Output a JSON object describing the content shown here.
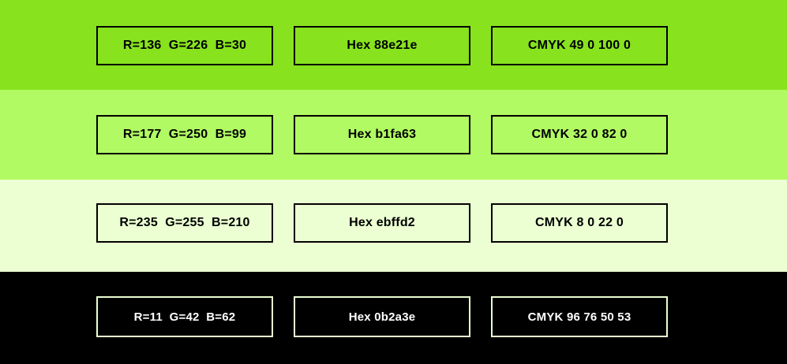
{
  "swatches": [
    {
      "bg": "#88e21e",
      "border": "#000000",
      "text_color": "#000000",
      "rgb_label": "R=136  G=226  B=30",
      "hex_label": "Hex 88e21e",
      "cmyk_label": "CMYK 49 0 100 0"
    },
    {
      "bg": "#b1fa63",
      "border": "#000000",
      "text_color": "#000000",
      "rgb_label": "R=177  G=250  B=99",
      "hex_label": "Hex b1fa63",
      "cmyk_label": "CMYK 32 0 82 0"
    },
    {
      "bg": "#ebffd2",
      "border": "#000000",
      "text_color": "#000000",
      "rgb_label": "R=235  G=255  B=210",
      "hex_label": "Hex ebffd2",
      "cmyk_label": "CMYK 8 0 22 0"
    },
    {
      "bg": "#000000",
      "border": "#ebffd2",
      "text_color": "#ffffff",
      "rgb_label": "R=11  G=42  B=62",
      "hex_label": "Hex 0b2a3e",
      "cmyk_label": "CMYK 96 76 50 53"
    }
  ]
}
